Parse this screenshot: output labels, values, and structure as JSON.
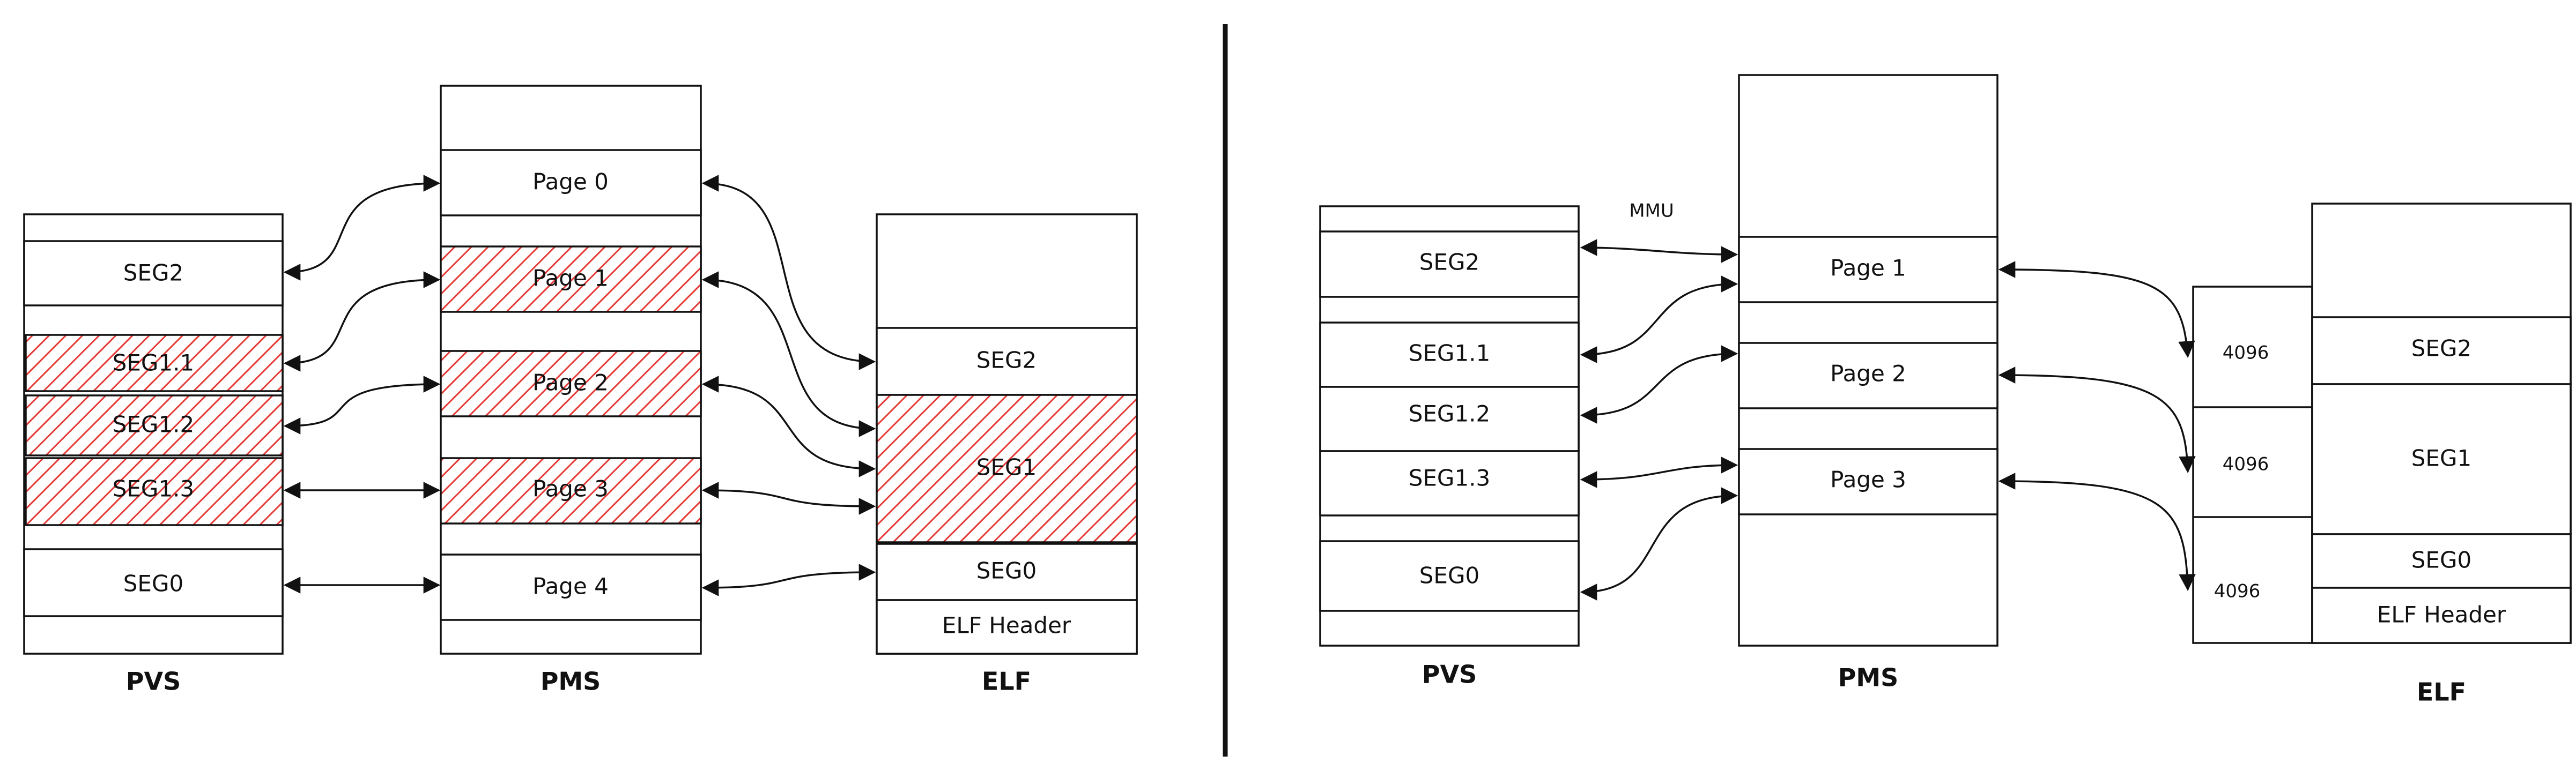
{
  "left": {
    "pvs_caption": "PVS",
    "pms_caption": "PMS",
    "elf_caption": "ELF",
    "pvs": [
      "SEG2",
      "SEG1.1",
      "SEG1.2",
      "SEG1.3",
      "SEG0"
    ],
    "pms": [
      "Page 0",
      "Page 1",
      "Page 2",
      "Page 3",
      "Page 4"
    ],
    "elf": [
      "SEG2",
      "SEG1",
      "SEG0",
      "ELF Header"
    ]
  },
  "right": {
    "pvs_caption": "PVS",
    "pms_caption": "PMS",
    "elf_caption": "ELF",
    "mmu_label": "MMU",
    "pvs": [
      "SEG2",
      "SEG1.1",
      "SEG1.2",
      "SEG1.3",
      "SEG0"
    ],
    "pms": [
      "Page 1",
      "Page 2",
      "Page 3"
    ],
    "elf": [
      "SEG2",
      "SEG1",
      "SEG0",
      "ELF Header"
    ],
    "sizes": [
      "4096",
      "4096",
      "4096"
    ]
  },
  "colors": {
    "hatch": "#e53935",
    "stroke": "#111111",
    "background": "#ffffff"
  }
}
